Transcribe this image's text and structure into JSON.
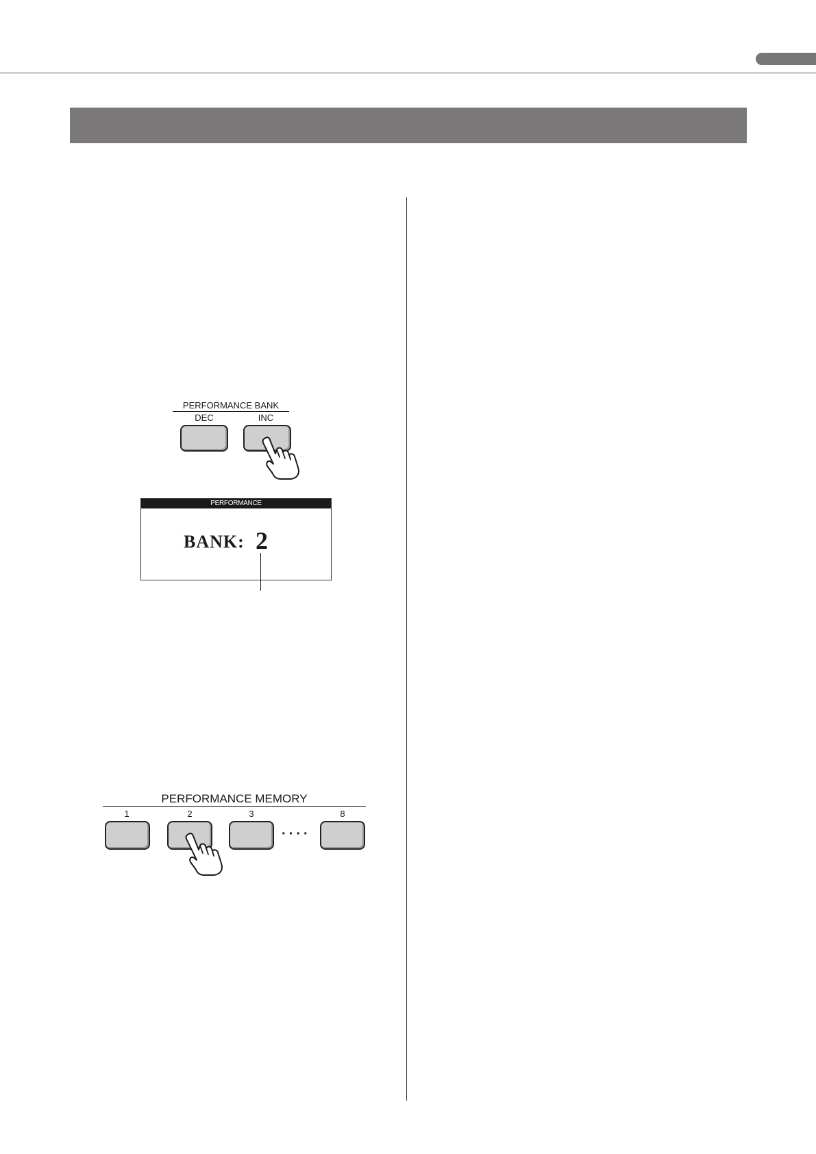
{
  "header": {
    "section_title": "",
    "edge_tab": ""
  },
  "colors": {
    "section_bar": "#7a7878",
    "key_fill": "#cfcfcf",
    "lcd_header": "#1a1a1a"
  },
  "bank_panel": {
    "title": "PERFORMANCE  BANK",
    "dec_label": "DEC",
    "inc_label": "INC",
    "pressed_key": "INC",
    "hand_icon": "pointing-hand-icon"
  },
  "lcd": {
    "header": "PERFORMANCE",
    "bank_label": "BANK:",
    "bank_value": "2"
  },
  "memory_panel": {
    "title": "PERFORMANCE  MEMORY",
    "buttons": [
      "1",
      "2",
      "3",
      "8"
    ],
    "ellipsis": "····",
    "pressed_key": "2",
    "hand_icon": "pointing-hand-icon"
  }
}
